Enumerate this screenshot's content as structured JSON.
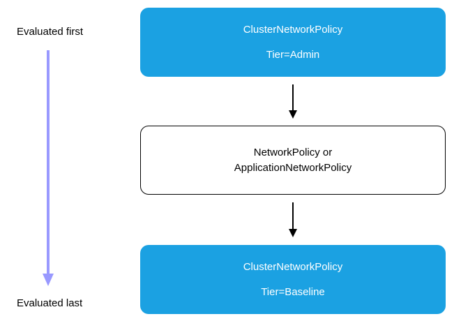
{
  "left_labels": {
    "first": "Evaluated first",
    "last": "Evaluated last"
  },
  "boxes": {
    "top": {
      "line1": "ClusterNetworkPolicy",
      "line2": "Tier=Admin"
    },
    "middle": {
      "line1": "NetworkPolicy or",
      "line2": "ApplicationNetworkPolicy"
    },
    "bottom": {
      "line1": "ClusterNetworkPolicy",
      "line2": "Tier=Baseline"
    }
  },
  "colors": {
    "box_fill": "#1ba1e2",
    "order_arrow": "#9999ff",
    "flow_arrow": "#000000"
  }
}
